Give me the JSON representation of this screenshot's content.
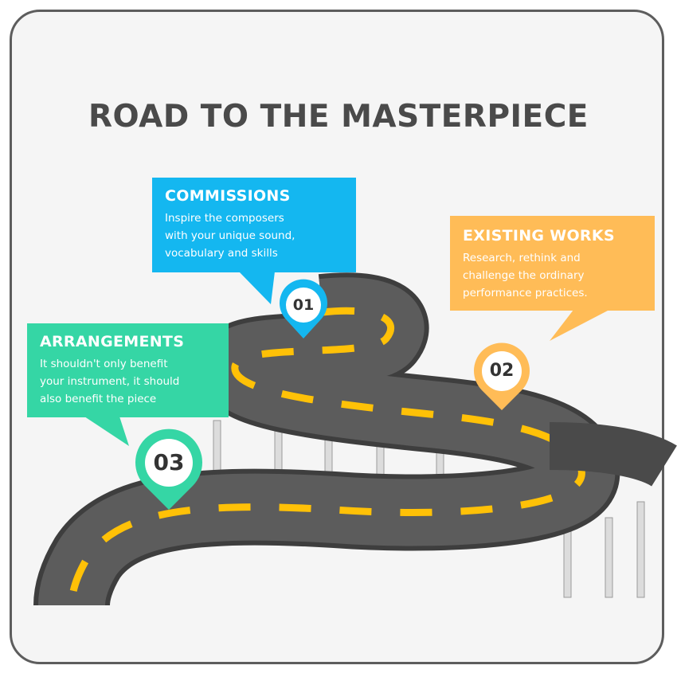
{
  "title": "ROAD TO THE MASTERPIECE",
  "steps": [
    {
      "number": "01",
      "heading": "COMMISSIONS",
      "lines": [
        "Inspire the composers",
        "with your unique sound,",
        "vocabulary and skills"
      ],
      "color": "#14b7f0"
    },
    {
      "number": "02",
      "heading": "EXISTING WORKS",
      "lines": [
        "Research, rethink and",
        "challenge the ordinary",
        "performance practices."
      ],
      "color": "#ffbc57"
    },
    {
      "number": "03",
      "heading": "ARRANGEMENTS",
      "lines": [
        "It shouldn't only benefit",
        "your instrument, it should",
        "also benefit the piece"
      ],
      "color": "#35d6a5"
    }
  ],
  "colors": {
    "road": "#5a5a5a",
    "road_edge": "#3e3e3e",
    "lane": "#ffc107",
    "frame": "#5d5d5d"
  }
}
